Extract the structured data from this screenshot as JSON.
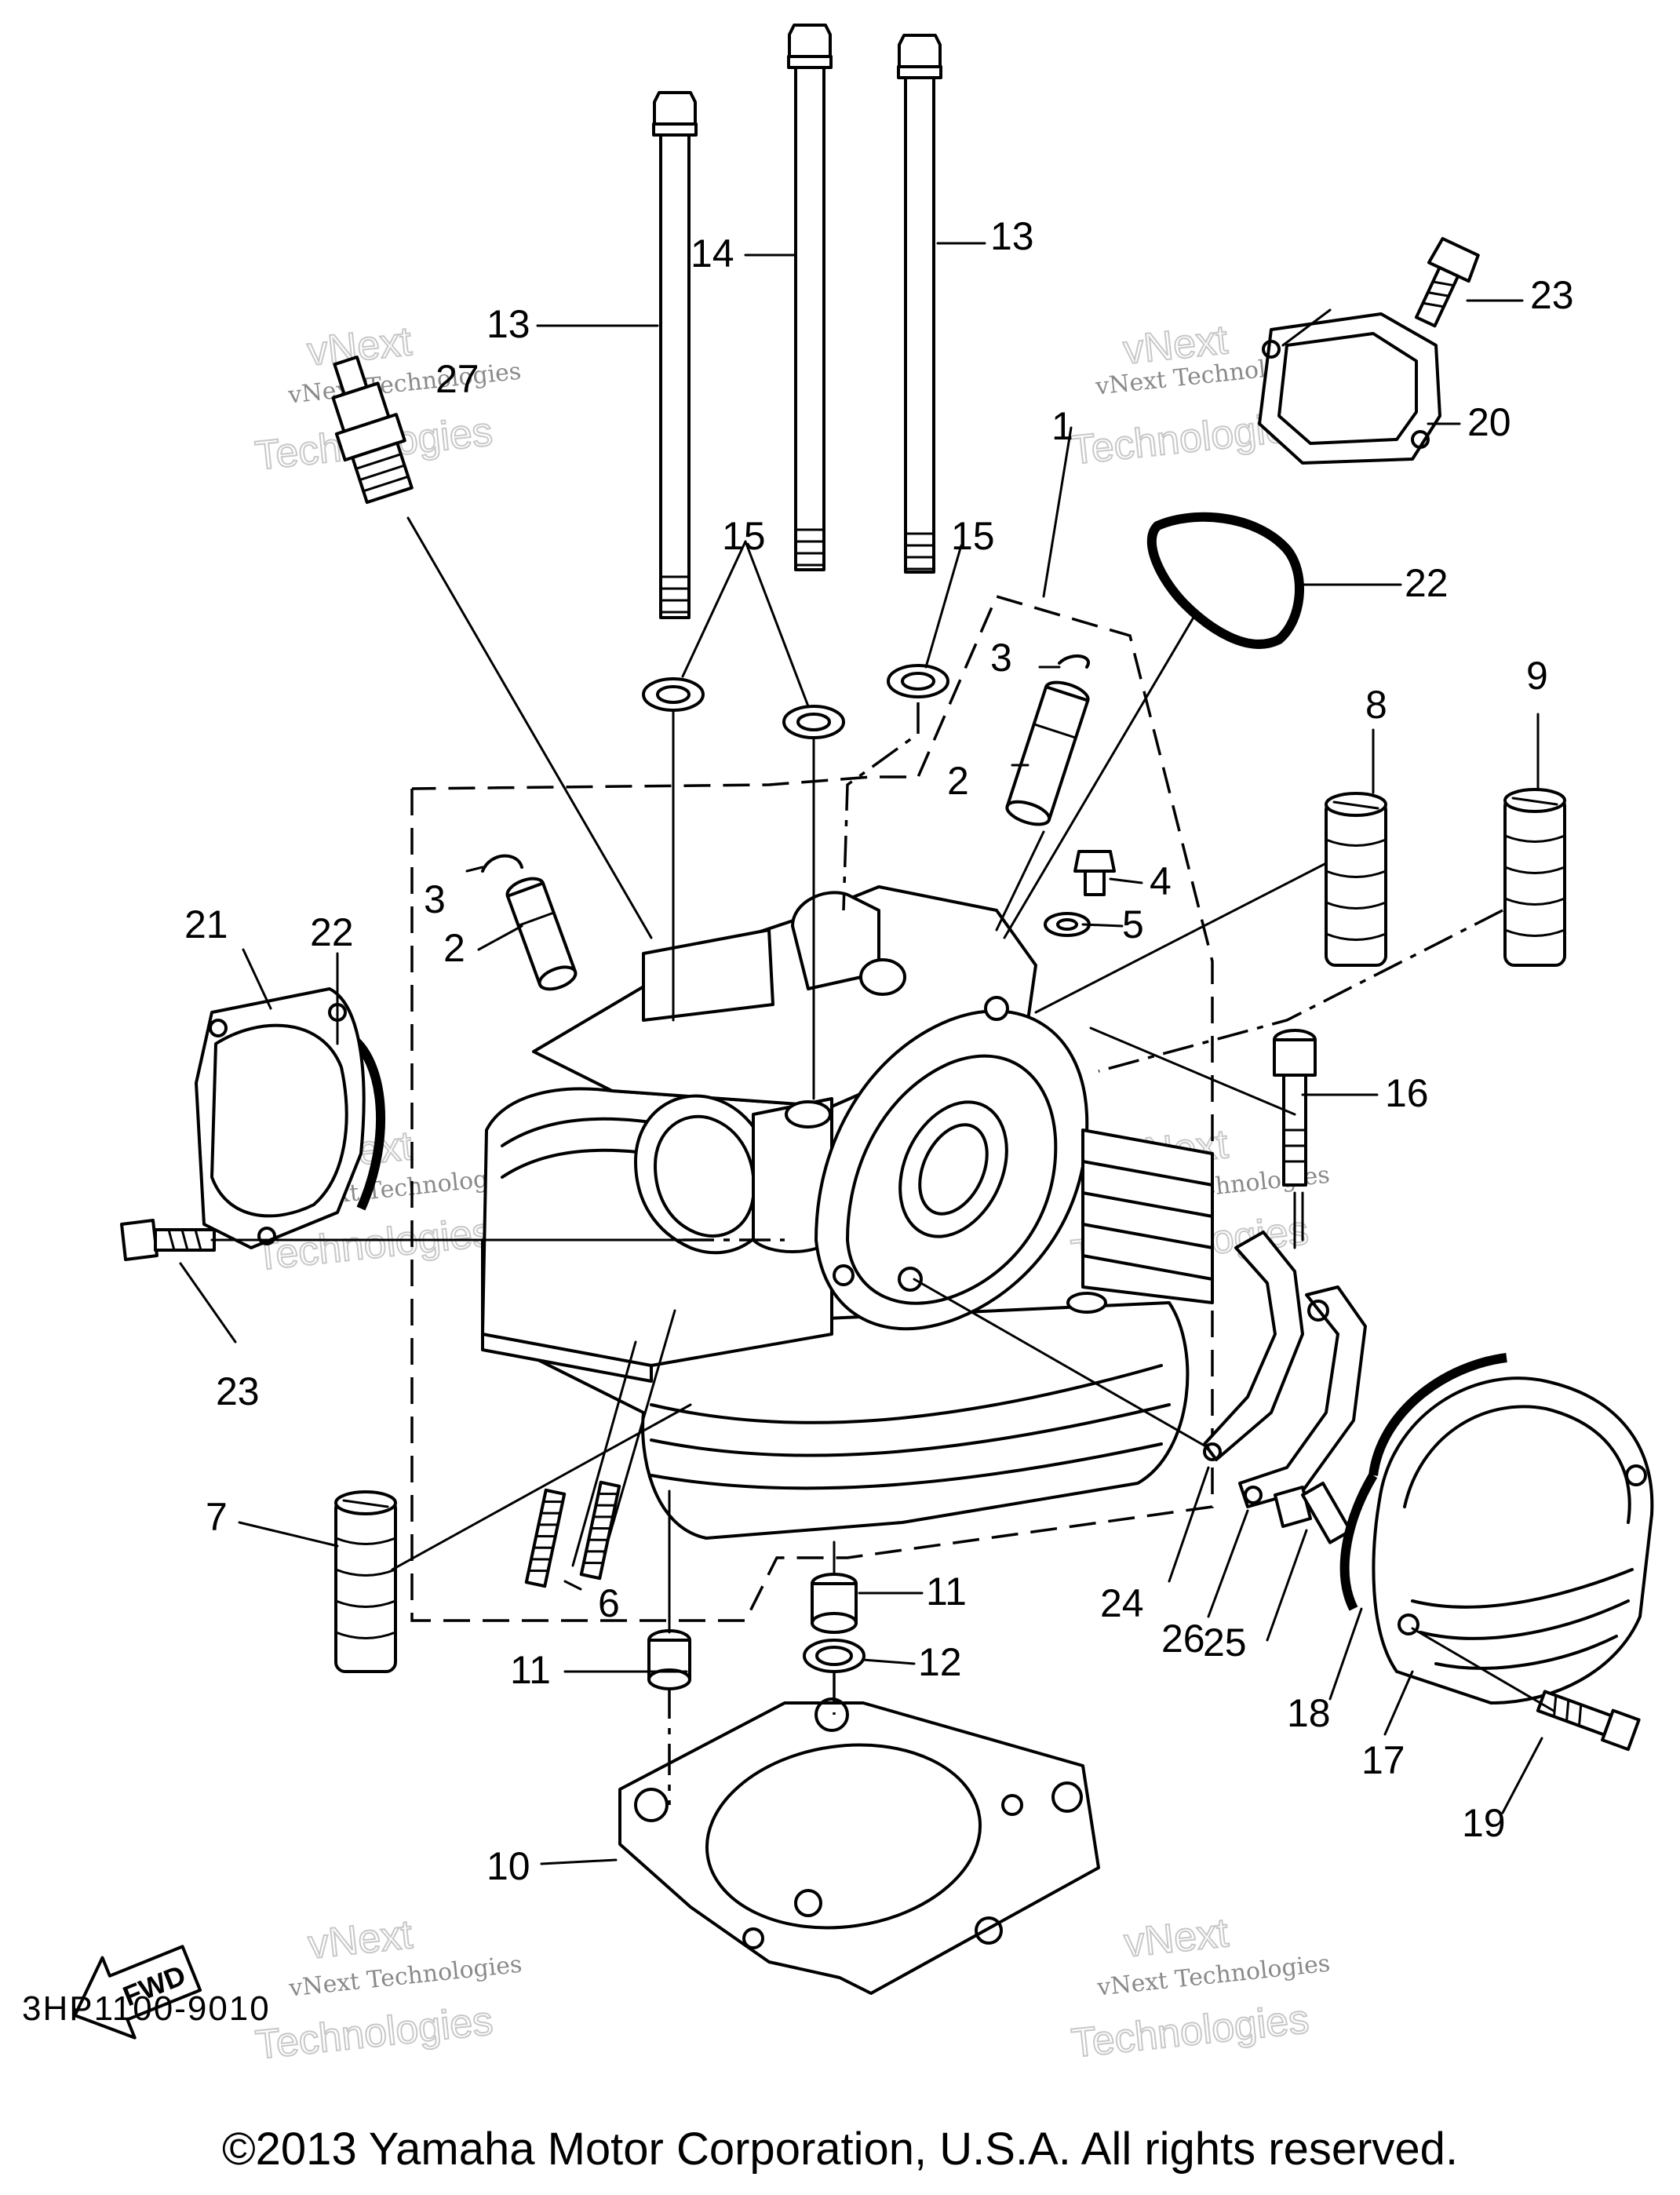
{
  "diagram": {
    "callouts": [
      {
        "id": "p1",
        "label": "1"
      },
      {
        "id": "p2a",
        "label": "2"
      },
      {
        "id": "p2b",
        "label": "2"
      },
      {
        "id": "p3a",
        "label": "3"
      },
      {
        "id": "p3b",
        "label": "3"
      },
      {
        "id": "p4",
        "label": "4"
      },
      {
        "id": "p5",
        "label": "5"
      },
      {
        "id": "p6",
        "label": "6"
      },
      {
        "id": "p7",
        "label": "7"
      },
      {
        "id": "p8",
        "label": "8"
      },
      {
        "id": "p9",
        "label": "9"
      },
      {
        "id": "p10",
        "label": "10"
      },
      {
        "id": "p11a",
        "label": "11"
      },
      {
        "id": "p11b",
        "label": "11"
      },
      {
        "id": "p12",
        "label": "12"
      },
      {
        "id": "p13a",
        "label": "13"
      },
      {
        "id": "p13b",
        "label": "13"
      },
      {
        "id": "p14",
        "label": "14"
      },
      {
        "id": "p15a",
        "label": "15"
      },
      {
        "id": "p15b",
        "label": "15"
      },
      {
        "id": "p16",
        "label": "16"
      },
      {
        "id": "p17",
        "label": "17"
      },
      {
        "id": "p18",
        "label": "18"
      },
      {
        "id": "p19",
        "label": "19"
      },
      {
        "id": "p20",
        "label": "20"
      },
      {
        "id": "p21",
        "label": "21"
      },
      {
        "id": "p22a",
        "label": "22"
      },
      {
        "id": "p22b",
        "label": "22"
      },
      {
        "id": "p23a",
        "label": "23"
      },
      {
        "id": "p23b",
        "label": "23"
      },
      {
        "id": "p24",
        "label": "24"
      },
      {
        "id": "p25",
        "label": "25"
      },
      {
        "id": "p26",
        "label": "26"
      },
      {
        "id": "p27",
        "label": "27"
      }
    ],
    "fwd_label": "FWD",
    "watermark": {
      "small": "vNext Technologies",
      "big_top": "vNext",
      "big_bottom": "Technologies"
    }
  },
  "footer": {
    "part_code": "3HP1100-9010",
    "copyright": "©2013 Yamaha Motor Corporation, U.S.A. All rights reserved."
  }
}
